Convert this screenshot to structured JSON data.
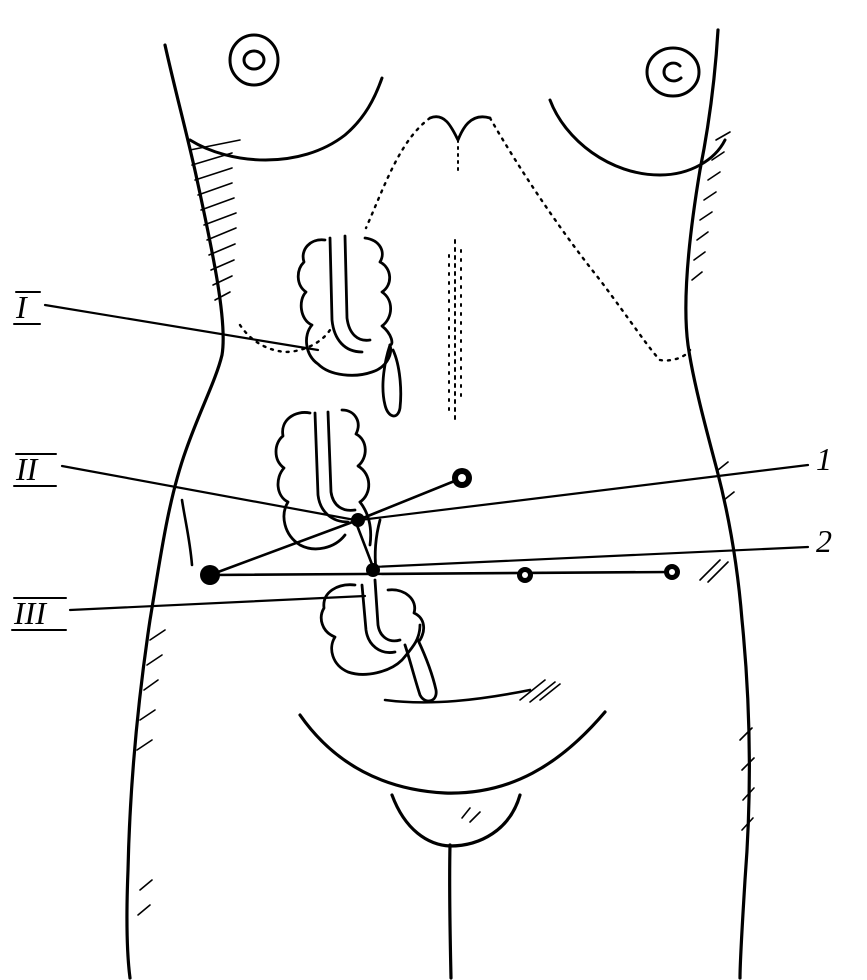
{
  "figure": {
    "callouts": [
      {
        "id": "I",
        "text": "I",
        "underlined": true
      },
      {
        "id": "II",
        "text": "II",
        "underlined": true
      },
      {
        "id": "III",
        "text": "III",
        "underlined": true
      },
      {
        "id": "1",
        "text": "1",
        "underlined": false
      },
      {
        "id": "2",
        "text": "2",
        "underlined": false
      }
    ]
  },
  "colors": {
    "ink": "#000000",
    "paper": "#ffffff"
  }
}
